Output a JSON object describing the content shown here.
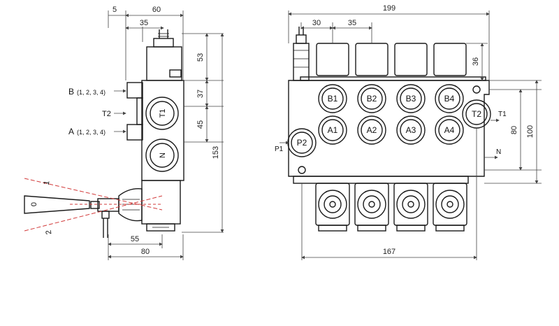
{
  "left_view": {
    "dimensions": {
      "d5": "5",
      "d60": "60",
      "d35": "35",
      "d53": "53",
      "d37": "37",
      "d45": "45",
      "d153": "153",
      "d55": "55",
      "d80": "80"
    },
    "labels": {
      "b_prefix": "B",
      "b_list": "(1, 2, 3, 4)",
      "t2": "T2",
      "a_prefix": "A",
      "a_list": "(1, 2, 3, 4)",
      "t1_knob": "T1",
      "n_knob": "N",
      "lever_zero": "0",
      "pos_1": "1",
      "pos_2": "2"
    }
  },
  "right_view": {
    "dimensions": {
      "d199": "199",
      "d30": "30",
      "d35": "35",
      "d36": "36",
      "d80": "80",
      "d100": "100",
      "d167": "167"
    },
    "ports": {
      "b": [
        "B1",
        "B2",
        "B3",
        "B4"
      ],
      "a": [
        "A1",
        "A2",
        "A3",
        "A4"
      ],
      "p2": "P2",
      "t2": "T2",
      "p1": "P1",
      "t1": "T1",
      "n": "N"
    }
  },
  "colors": {
    "line": "#1a1a1a",
    "dim": "#444444",
    "accent_red": "#d23b3b"
  }
}
